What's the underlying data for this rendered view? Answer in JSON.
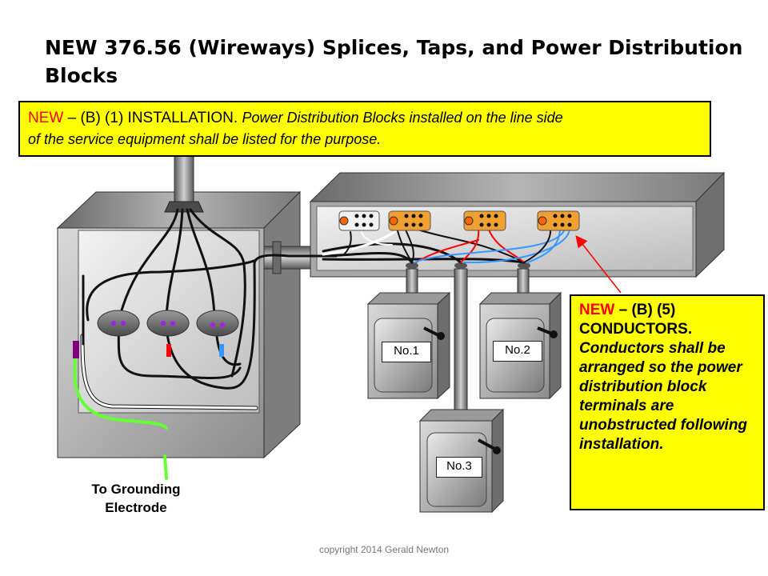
{
  "title": "NEW 376.56  (Wireways) Splices, Taps, and Power Distribution Blocks",
  "callout_top": {
    "new": "NEW",
    "dash": " – (B) (1) INSTALLATION.  ",
    "line1_italic": "Power Distribution Blocks installed on the line side",
    "line2_italic": "of the service equipment shall be listed for the purpose."
  },
  "callout_right": {
    "new": "NEW",
    "heading_rest": " – (B) (5)",
    "heading2": "CONDUCTORS.",
    "body": "Conductors shall be arranged so the power distribution block terminals are unobstructed following installation."
  },
  "labels": {
    "no1": "No.1",
    "no2": "No.2",
    "no3": "No.3"
  },
  "grounding_label": "To Grounding Electrode",
  "copyright": "copyright 2014 Gerald Newton",
  "colors": {
    "callout_fill": "#ffff00",
    "new_text": "#ff0000",
    "wire_red": "#ff0000",
    "wire_blue": "#3399ff",
    "wire_green": "#66ff33",
    "wire_purple": "#800080",
    "block_orange": "#f0a030",
    "leader_arrow": "#ff0000"
  }
}
